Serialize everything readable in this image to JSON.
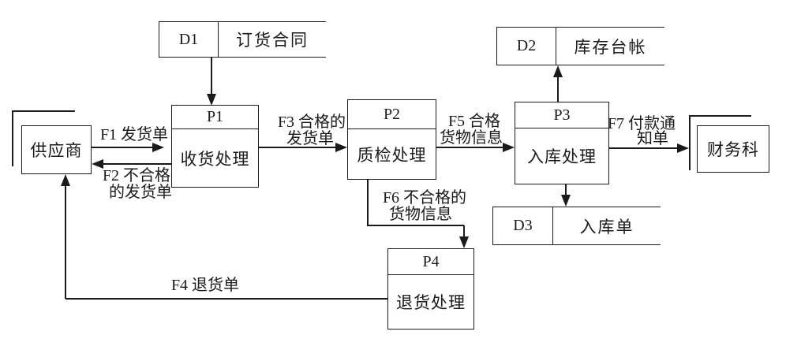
{
  "entities": {
    "supplier": {
      "label": "供应商"
    },
    "finance": {
      "label": "财务科"
    }
  },
  "processes": {
    "p1": {
      "id": "P1",
      "label": "收货处理"
    },
    "p2": {
      "id": "P2",
      "label": "质检处理"
    },
    "p3": {
      "id": "P3",
      "label": "入库处理"
    },
    "p4": {
      "id": "P4",
      "label": "退货处理"
    }
  },
  "stores": {
    "d1": {
      "id": "D1",
      "label": "订货合同"
    },
    "d2": {
      "id": "D2",
      "label": "库存台帐"
    },
    "d3": {
      "id": "D3",
      "label": "入库单"
    }
  },
  "flows": {
    "f1": {
      "label": "F1 发货单"
    },
    "f2": {
      "label1": "F2 不合格",
      "label2": "的发货单"
    },
    "f3": {
      "label1": "F3 合格的",
      "label2": "发货单"
    },
    "f4": {
      "label": "F4 退货单"
    },
    "f5": {
      "label1": "F5 合格",
      "label2": "货物信息"
    },
    "f6": {
      "label1": "F6 不合格的",
      "label2": "货物信息"
    },
    "f7": {
      "label1": "F7 付款通",
      "label2": "知单"
    }
  },
  "colors": {
    "line": "#1a1a1a",
    "background": "#ffffff",
    "text": "#1a1a1a"
  }
}
